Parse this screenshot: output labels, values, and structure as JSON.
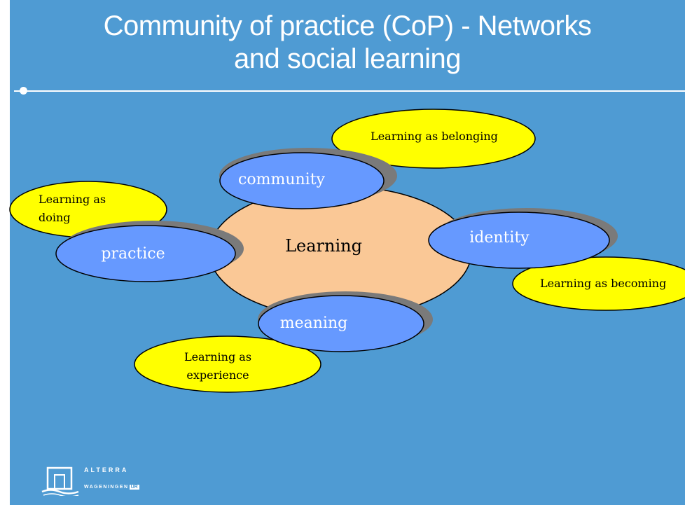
{
  "slide": {
    "title_line1": "Community of practice (CoP) - Networks",
    "title_line2": "and social learning"
  },
  "diagram": {
    "center": "Learning",
    "components": {
      "community": "community",
      "practice": "practice",
      "identity": "identity",
      "meaning": "meaning"
    },
    "outcomes": {
      "belonging": "Learning as belonging",
      "doing_line1": "Learning as",
      "doing_line2": "doing",
      "becoming": "Learning as becoming",
      "experience_line1": "Learning as",
      "experience_line2": "experience"
    }
  },
  "colors": {
    "background": "#4f9bd3",
    "center_fill": "#fac896",
    "component_fill": "#6699ff",
    "outcome_fill": "#ffff00",
    "shadow": "#7a7a7a"
  },
  "logo": {
    "name": "ALTERRA",
    "sub": "WAGENINGEN",
    "sub_badge": "UR"
  }
}
